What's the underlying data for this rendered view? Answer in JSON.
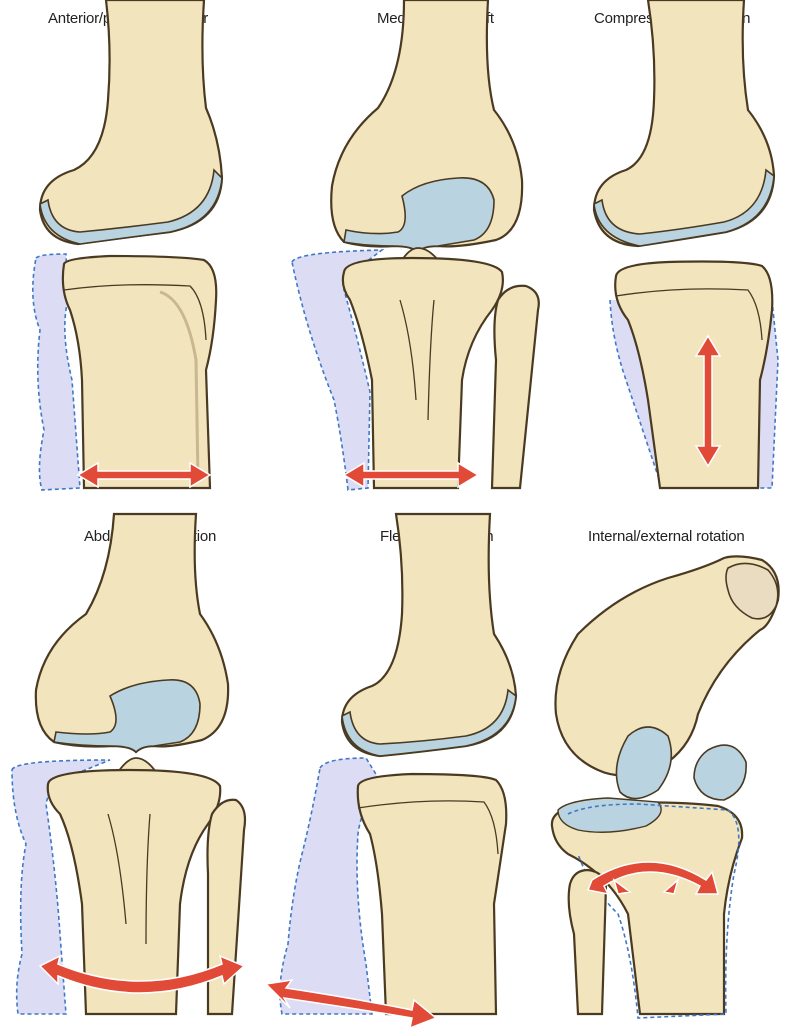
{
  "panels": [
    {
      "title": "Anterior/posterior drawer"
    },
    {
      "title": "Medial/lateral shift"
    },
    {
      "title": "Compression/distraction"
    },
    {
      "title": "Abduction/adduction"
    },
    {
      "title": "Flexion/extension"
    },
    {
      "title": "Internal/external rotation"
    }
  ],
  "colors": {
    "bone": "#f2e4bd",
    "bone_outline": "#4a3a22",
    "cartilage": "#b9d3e0",
    "motion_area": "#dcdcf4",
    "motion_outline": "#3f79c6",
    "arrow": "#e04a36"
  }
}
